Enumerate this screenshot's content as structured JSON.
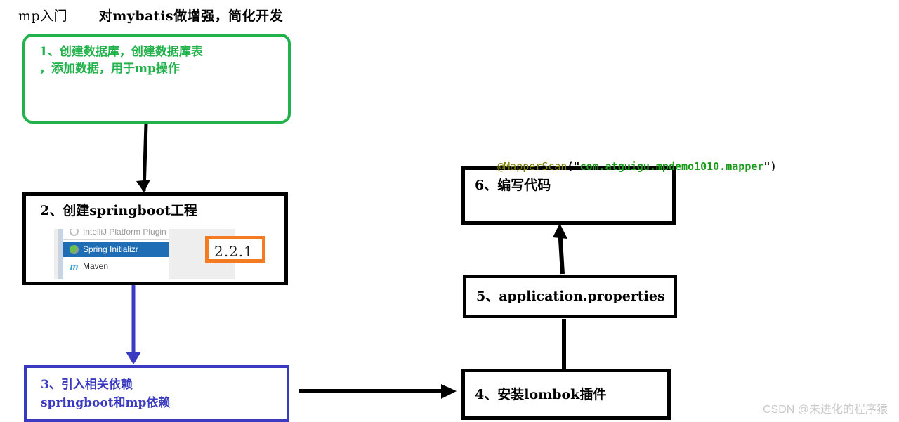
{
  "title": {
    "left": "mp入门",
    "right": "对mybatis做增强，简化开发"
  },
  "nodes": {
    "step1": {
      "line1": "1、创建数据库，创建数据库表",
      "line2": "，添加数据，用于mp操作",
      "color": "#22b24c"
    },
    "step2": {
      "label": "2、创建springboot工程",
      "color": "#000000",
      "badge": "2.2.1",
      "badge_color": "#f47b20",
      "ide": {
        "rows": [
          {
            "icon": "plugin-icon",
            "label": "IntelliJ Platform Plugin",
            "selected": false
          },
          {
            "icon": "spring-icon",
            "label": "Spring Initializr",
            "selected": true
          },
          {
            "icon": "maven-icon",
            "label": "Maven",
            "selected": false
          }
        ]
      }
    },
    "step3": {
      "line1": "3、引入相关依赖",
      "line2": "springboot和mp依赖",
      "color": "#3a3ac0"
    },
    "step4": {
      "label": "4、安装lombok插件",
      "color": "#000000"
    },
    "step5": {
      "label": "5、application.properties",
      "color": "#000000"
    },
    "step6": {
      "label": "6、编写代码",
      "color": "#000000"
    }
  },
  "annotation": {
    "at": "@MapperScan",
    "open": "(\"",
    "value": "com.atguigu.mpdemo1010.mapper",
    "close": "\")",
    "at_color": "#808000",
    "value_color": "#1a9d1a"
  },
  "connectors": [
    {
      "name": "arrow-step1-to-step2",
      "color": "#000000"
    },
    {
      "name": "arrow-step2-to-step3",
      "color": "#3a3ac0"
    },
    {
      "name": "arrow-step3-to-step4",
      "color": "#000000"
    },
    {
      "name": "line-step4-to-step5",
      "color": "#000000"
    },
    {
      "name": "arrow-step5-to-step6",
      "color": "#000000"
    }
  ],
  "watermark": "CSDN @未进化的程序猿"
}
